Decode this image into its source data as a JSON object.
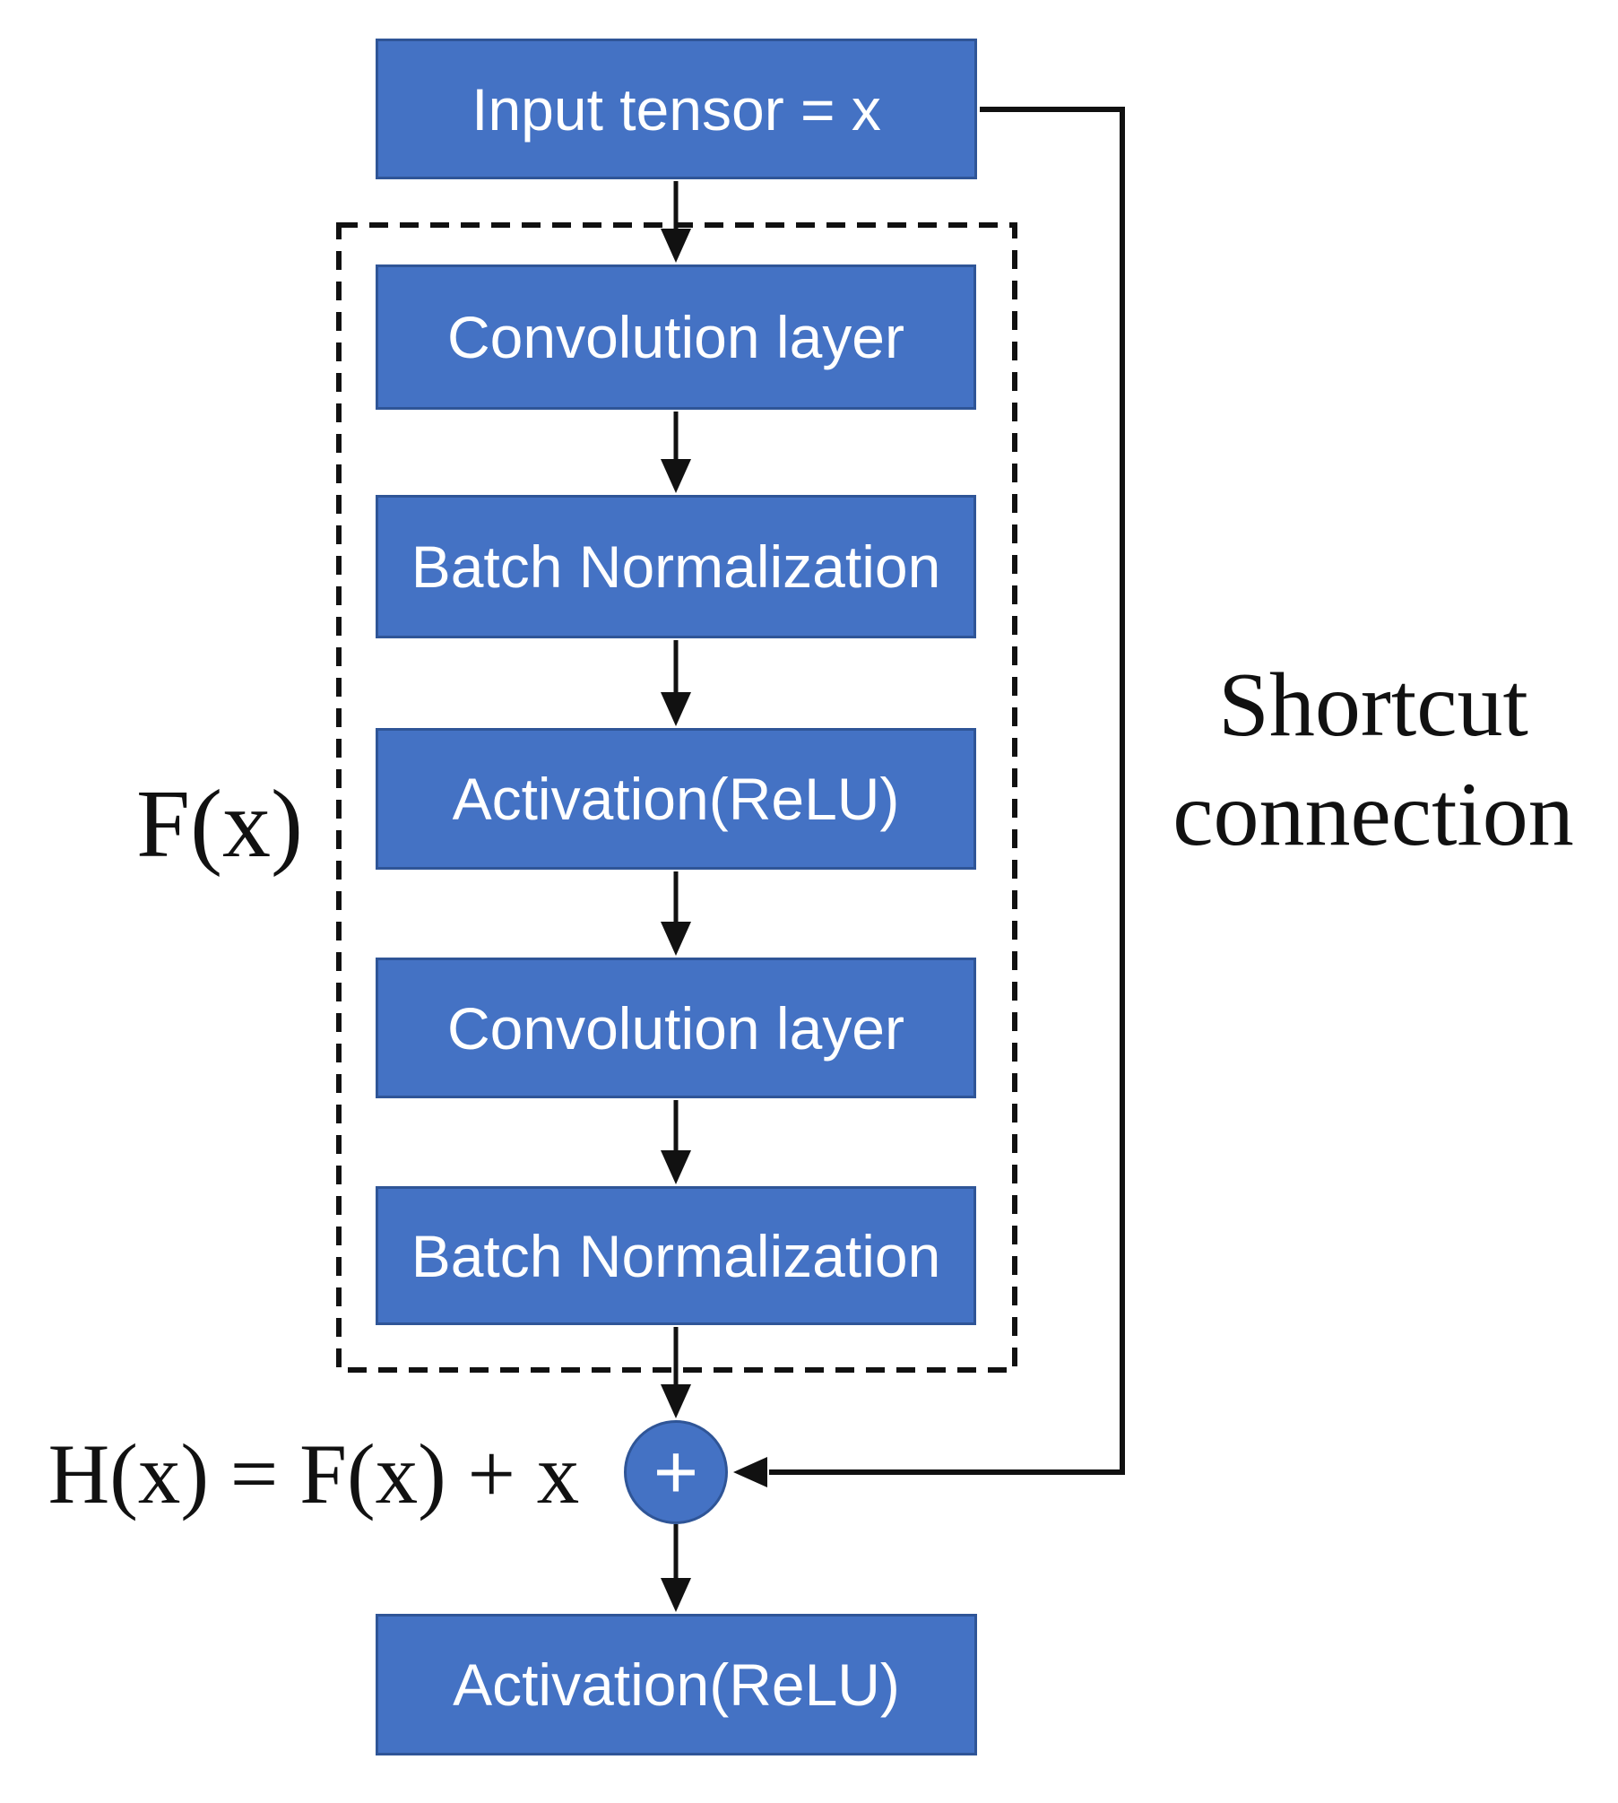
{
  "nodes": {
    "input": {
      "label": "Input tensor = x"
    },
    "conv1": {
      "label": "Convolution layer"
    },
    "bn1": {
      "label": "Batch Normalization"
    },
    "relu1": {
      "label": "Activation(ReLU)"
    },
    "conv2": {
      "label": "Convolution layer"
    },
    "bn2": {
      "label": "Batch Normalization"
    },
    "output_relu": {
      "label": "Activation(ReLU)"
    }
  },
  "annotations": {
    "fx": "F(x)",
    "shortcut": "Shortcut connection",
    "equation": "H(x) = F(x) + x",
    "plus": "+"
  },
  "colors": {
    "node_fill": "#4472C4",
    "node_border": "#2F5597",
    "line": "#111111",
    "text_on_node": "#FFFFFF",
    "annotation_text": "#111111",
    "background": "#FFFFFF"
  }
}
